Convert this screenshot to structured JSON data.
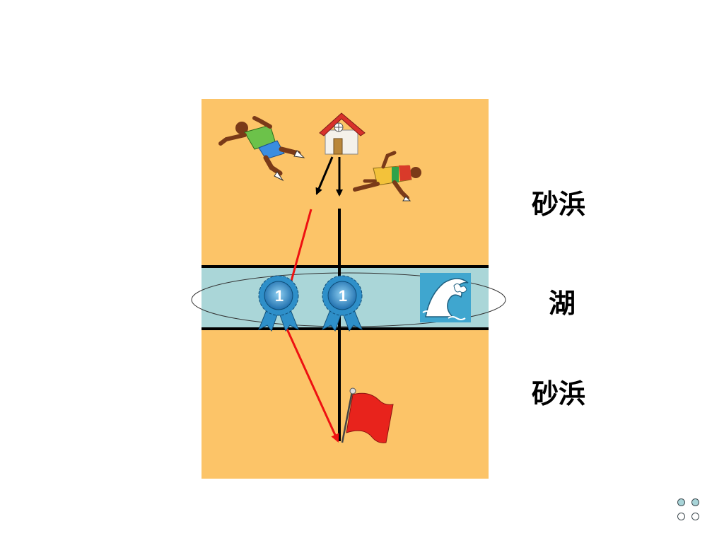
{
  "labels": {
    "top": "砂浜",
    "middle": "湖",
    "bottom": "砂浜"
  },
  "colors": {
    "sand": "#fcc468",
    "lake": "#aad6d8",
    "refracted_path": "#ee1111",
    "straight_path": "#000000",
    "flag": "#e8231c",
    "ribbon": "#2e8fc9"
  },
  "icons": {
    "runner_left": "runner-icon",
    "runner_right": "runner-icon",
    "house": "house-icon",
    "ribbon_left": "first-place-ribbon-icon",
    "ribbon_right": "first-place-ribbon-icon",
    "wave": "wave-icon",
    "flag": "red-flag-icon"
  },
  "ribbon_text": "1"
}
